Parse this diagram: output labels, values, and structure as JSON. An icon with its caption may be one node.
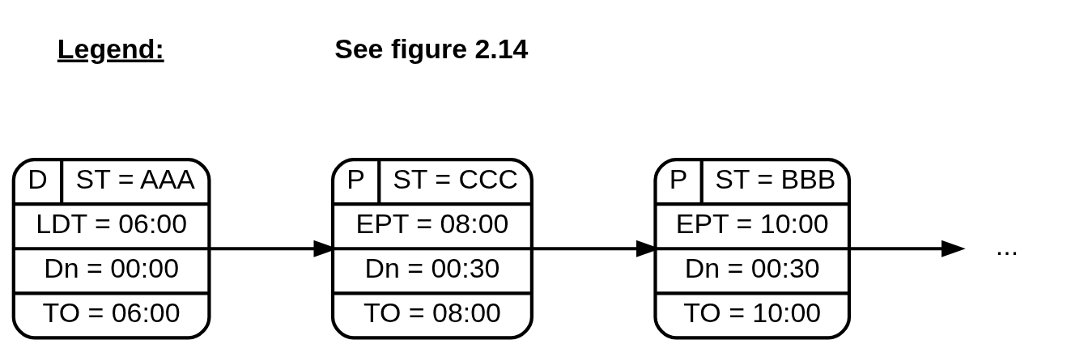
{
  "diagram": {
    "nodes": [
      {
        "text": [
          "D",
          "ST = AAA",
          "LDT = 06:00",
          "Dn = 00:00",
          "TO = 06:00"
        ]
      },
      {
        "text": [
          "P",
          "ST = CCC",
          "EPT = 08:00",
          "Dn = 00:30",
          "TO = 08:00"
        ]
      },
      {
        "text": [
          "P",
          "ST = BBB",
          "EPT = 10:00",
          "Dn = 00:30",
          "TO = 10:00"
        ]
      },
      {
        "text": [
          "..."
        ]
      }
    ],
    "edges": [
      {
        "from": 0,
        "to": 1,
        "arrow": "to"
      },
      {
        "from": 1,
        "to": 2,
        "arrow": "to"
      },
      {
        "from": 2,
        "to": 3,
        "arrow": "to"
      }
    ],
    "labels": [
      "Legend:",
      "See figure 2.14"
    ]
  }
}
